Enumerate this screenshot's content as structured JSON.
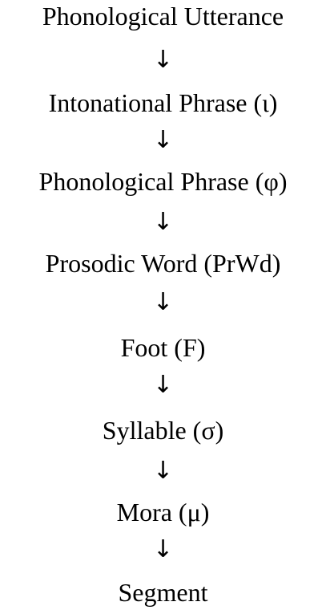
{
  "levels": [
    {
      "label": "Phonological Utterance"
    },
    {
      "label": "Intonational Phrase (ι)"
    },
    {
      "label": "Phonological Phrase (φ)"
    },
    {
      "label": "Prosodic Word (PrWd)"
    },
    {
      "label": "Foot (F)"
    },
    {
      "label": "Syllable (σ)"
    },
    {
      "label": "Mora (μ)"
    },
    {
      "label": "Segment"
    }
  ],
  "arrow_glyph": "↓",
  "colors": {
    "text": "#000000",
    "background": "#ffffff"
  }
}
